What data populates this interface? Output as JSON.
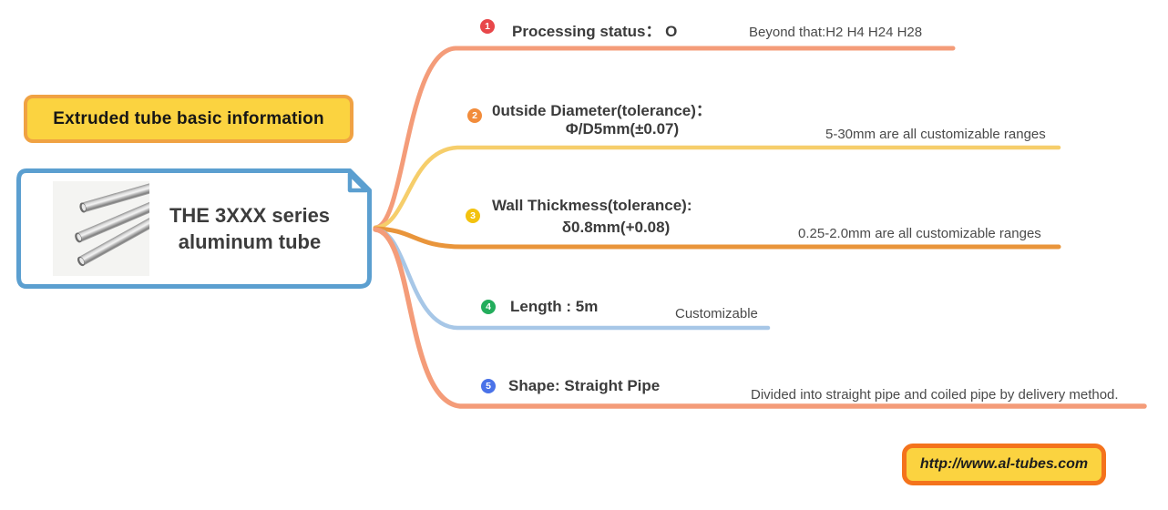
{
  "header": {
    "title": "Extruded tube basic information"
  },
  "main_node": {
    "title_line1": "THE 3XXX series",
    "title_line2": "aluminum tube",
    "border_color": "#5B9FD0"
  },
  "branches": [
    {
      "number": "1",
      "badge_color": "#E8474A",
      "line_color": "#F49C79",
      "title": "Processing status： O",
      "note": "Beyond that:H2 H4 H24 H28"
    },
    {
      "number": "2",
      "badge_color": "#F28C3B",
      "line_color": "#F6CE6B",
      "title": "0utside Diameter(tolerance)：",
      "title2": "Φ/D5mm(±0.07)",
      "note": "5-30mm are all customizable ranges"
    },
    {
      "number": "3",
      "badge_color": "#F3C20F",
      "line_color": "#E9953B",
      "title": "Wall Thickmess(tolerance):",
      "title2": "δ0.8mm(+0.08)",
      "note": "0.25-2.0mm are all customizable ranges"
    },
    {
      "number": "4",
      "badge_color": "#23AD5C",
      "line_color": "#A7C7E7",
      "title": "Length : 5m",
      "note": "Customizable"
    },
    {
      "number": "5",
      "badge_color": "#4A72E8",
      "line_color": "#F49C79",
      "title": "Shape: Straight Pipe",
      "note": "Divided into straight pipe and coiled pipe by delivery method."
    }
  ],
  "footer": {
    "url": "http://www.al-tubes.com",
    "accent_border": "#F4731C",
    "fill": "#FBD340"
  }
}
